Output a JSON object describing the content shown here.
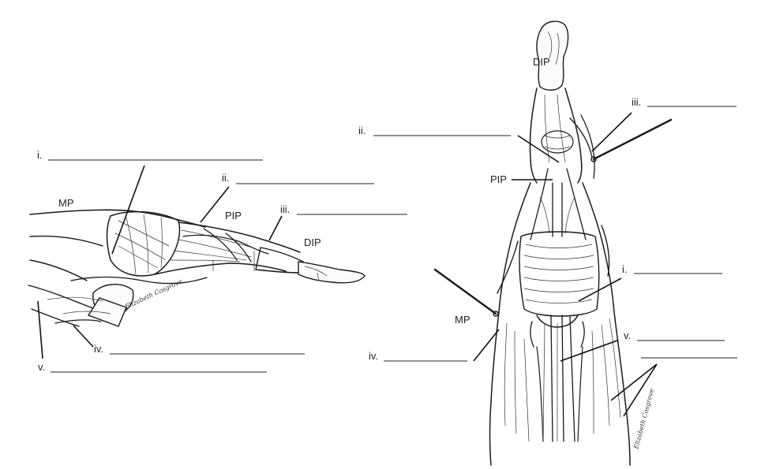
{
  "lateral_view": {
    "joints": {
      "mp": "MP",
      "pip": "PIP",
      "dip": "DIP"
    },
    "labels": [
      {
        "id": "i",
        "text": "i."
      },
      {
        "id": "ii",
        "text": "ii."
      },
      {
        "id": "iii",
        "text": "iii."
      },
      {
        "id": "iv",
        "text": "iv."
      },
      {
        "id": "v",
        "text": "v."
      }
    ],
    "illustrator_signature": "Elizabeth Cosgrove"
  },
  "dorsal_view": {
    "joints": {
      "dip": "DIP",
      "pip": "PIP",
      "mp": "MP"
    },
    "labels": [
      {
        "id": "iii",
        "text": "iii."
      },
      {
        "id": "ii",
        "text": "ii."
      },
      {
        "id": "i",
        "text": "i."
      },
      {
        "id": "v",
        "text": "v."
      },
      {
        "id": "iv",
        "text": "iv."
      }
    ],
    "illustrator_signature": "Elizabeth Cosgrove"
  },
  "colors": {
    "ink": "#1a1a1a",
    "background": "#ffffff"
  }
}
